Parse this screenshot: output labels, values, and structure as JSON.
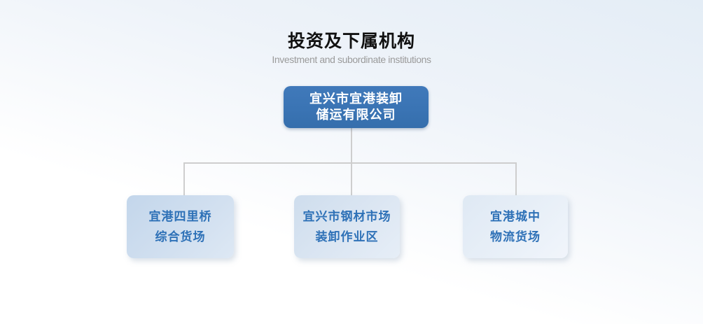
{
  "header": {
    "title": "投资及下属机构",
    "subtitle": "Investment and subordinate institutions"
  },
  "org_chart": {
    "root": {
      "name": "宜兴市宜港装卸储运有限公司",
      "line1": "宜兴市宜港装卸",
      "line2": "储运有限公司"
    },
    "children": [
      {
        "name": "宜港四里桥综合货场",
        "line1": "宜港四里桥",
        "line2": "综合货场"
      },
      {
        "name": "宜兴市钢材市场装卸作业区",
        "line1": "宜兴市钢材市场",
        "line2": "装卸作业区"
      },
      {
        "name": "宜港城中物流货场",
        "line1": "宜港城中",
        "line2": "物流货场"
      }
    ]
  },
  "colors": {
    "bg_top": "#e4edf6",
    "title_color": "#111111",
    "subtitle_color": "#9b9b9b",
    "root_box_bg": "#3a74b4",
    "root_text_color": "#ffffff",
    "child_box_bg_left": "#c9dbee",
    "child_box_bg_middle": "#d5e2f0",
    "child_box_bg_right": "#e5edf6",
    "child_text_color": "#2e71b7",
    "connector_color": "#cecece"
  }
}
